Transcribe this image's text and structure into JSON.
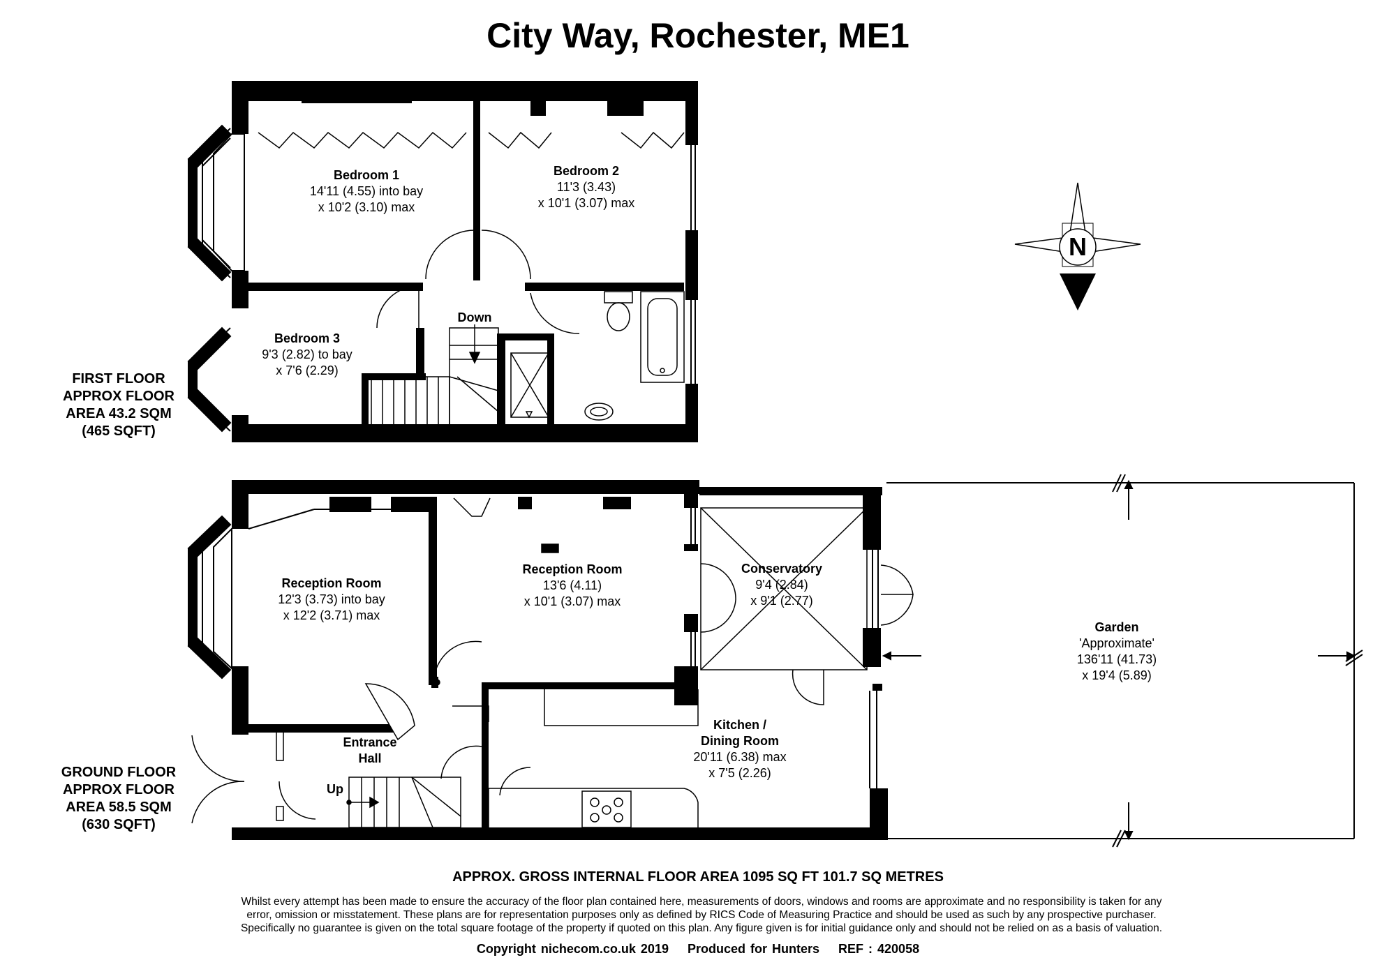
{
  "title": "City Way, Rochester, ME1",
  "first_floor": {
    "label": [
      "FIRST FLOOR",
      "APPROX FLOOR",
      "AREA 43.2 SQM",
      "(465 SQFT)"
    ],
    "rooms": [
      {
        "name": "Bedroom 1",
        "dims": [
          "14'11 (4.55) into bay",
          "x 10'2 (3.10) max"
        ]
      },
      {
        "name": "Bedroom 2",
        "dims": [
          "11'3 (3.43)",
          "x 10'1 (3.07) max"
        ]
      },
      {
        "name": "Bedroom 3",
        "dims": [
          "9'3 (2.82) to bay",
          "x 7'6 (2.29)"
        ]
      }
    ],
    "stairs_label": "Down"
  },
  "ground_floor": {
    "label": [
      "GROUND FLOOR",
      "APPROX FLOOR",
      "AREA 58.5 SQM",
      "(630 SQFT)"
    ],
    "rooms": [
      {
        "name": "Reception Room",
        "dims": [
          "12'3 (3.73) into bay",
          "x 12'2 (3.71) max"
        ]
      },
      {
        "name": "Reception Room",
        "dims": [
          "13'6 (4.11)",
          "x 10'1 (3.07) max"
        ]
      },
      {
        "name": "Conservatory",
        "dims": [
          "9'4 (2.84)",
          "x 9'1 (2.77)"
        ]
      },
      {
        "name": "Entrance",
        "dims": [
          "Hall"
        ]
      },
      {
        "name": "Kitchen /",
        "dims": [
          "Dining Room",
          "20'11 (6.38) max",
          "x 7'5 (2.26)"
        ]
      },
      {
        "name": "Garden",
        "dims": [
          "'Approximate'",
          "136'11 (41.73)",
          "x 19'4 (5.89)"
        ]
      }
    ],
    "stairs_label": "Up"
  },
  "compass": {
    "letter": "N"
  },
  "total_area": "APPROX. GROSS INTERNAL FLOOR AREA 1095 SQ FT 101.7 SQ METRES",
  "disclaimer": [
    "Whilst every attempt has been made to ensure the accuracy of the floor plan contained here, measurements of doors, windows and rooms are approximate and no responsibility is taken for any",
    "error, omission or misstatement. These plans are for representation purposes only as defined by RICS Code of Measuring Practice and should be used as such by any prospective purchaser.",
    "Specifically no guarantee is given on the total square footage of the property if quoted on this plan. Any figure given is for initial guidance only and should not be relied on as a basis of valuation."
  ],
  "footer": {
    "copyright": "Copyright nichecom.co.uk 2019",
    "produced": "Produced for Hunters",
    "ref": "REF : 420058"
  },
  "colors": {
    "wall": "#000000",
    "background": "#ffffff",
    "fixture": "#000000"
  }
}
